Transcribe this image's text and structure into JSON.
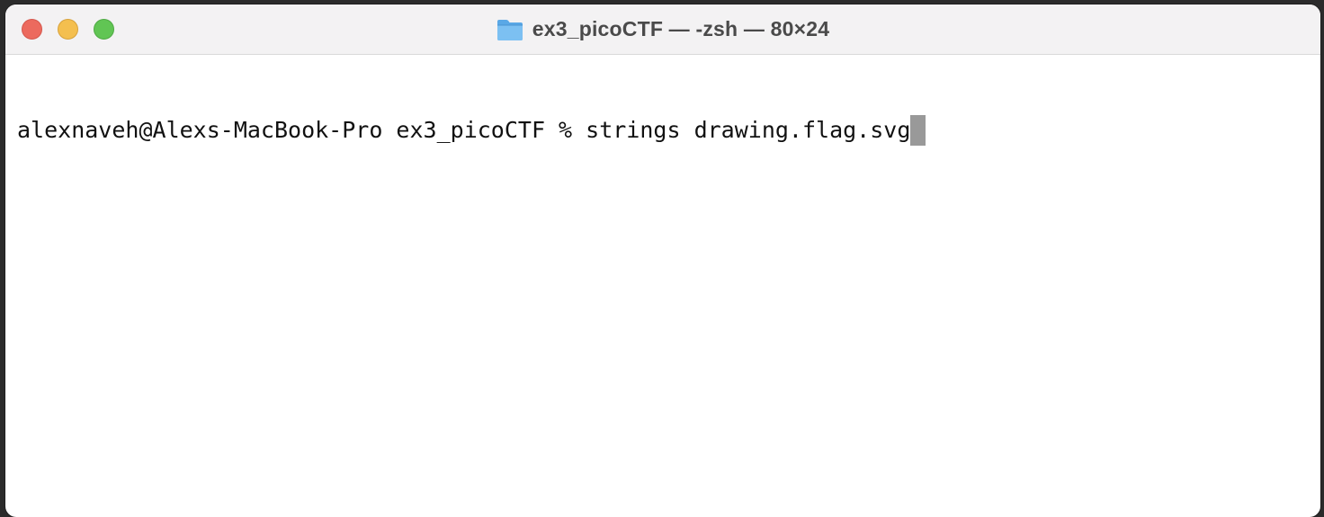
{
  "window": {
    "title": "ex3_picoCTF — -zsh — 80×24",
    "title_icon": "folder-icon",
    "controls": {
      "close": "close",
      "minimize": "minimize",
      "zoom": "zoom"
    },
    "colors": {
      "close": "#ec6a5e",
      "minimize": "#f4bf4f",
      "zoom": "#61c554",
      "cursor": "#999999"
    }
  },
  "terminal": {
    "lines": [
      {
        "prompt": "alexnaveh@Alexs-MacBook-Pro ex3_picoCTF % ",
        "command": "strings drawing.flag.svg"
      }
    ]
  }
}
